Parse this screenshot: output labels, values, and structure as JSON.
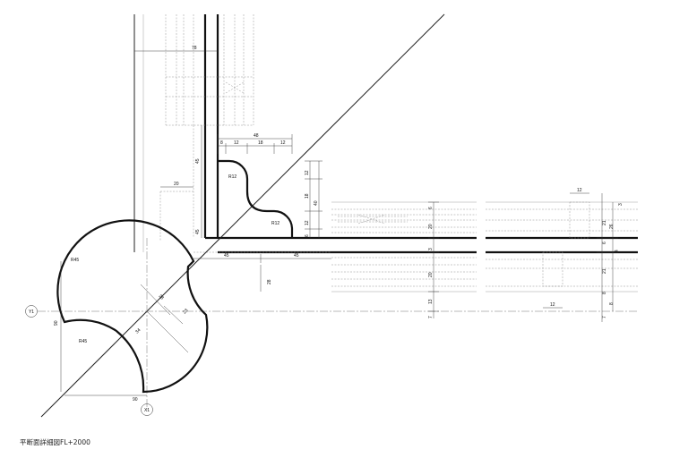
{
  "caption": "平断面詳細図FL+2000",
  "axes": {
    "y": "Y1",
    "x": "X1"
  },
  "radius_labels": {
    "r45_top": "R45",
    "r45_bottom": "R45",
    "r12_top": "R12",
    "r12_bottom": "R12"
  },
  "dims": {
    "d78": "78",
    "d48": "48",
    "d8": "8",
    "d12a": "12",
    "d18": "18",
    "d12b": "12",
    "d45v_top": "45",
    "d45v_bottom": "45",
    "d20": "20",
    "v12a": "12",
    "v18": "18",
    "v40": "40",
    "v12b": "12",
    "v6a": "6",
    "d45h_left": "45",
    "d45h_right": "45",
    "d28": "28",
    "diag28": "28",
    "diag23": "23",
    "diag34": "34",
    "d90v": "90",
    "d90h": "90",
    "c6": "6",
    "c20a": "20",
    "c3": "3",
    "c20b": "20",
    "c13": "13",
    "c7a": "7",
    "r12top": "12",
    "r3": "3",
    "r21a": "21",
    "r26": "26",
    "r6": "6",
    "r4": "4",
    "r21b": "21",
    "r8a": "8",
    "r8b": "8",
    "r7": "7",
    "r12bot": "12"
  }
}
